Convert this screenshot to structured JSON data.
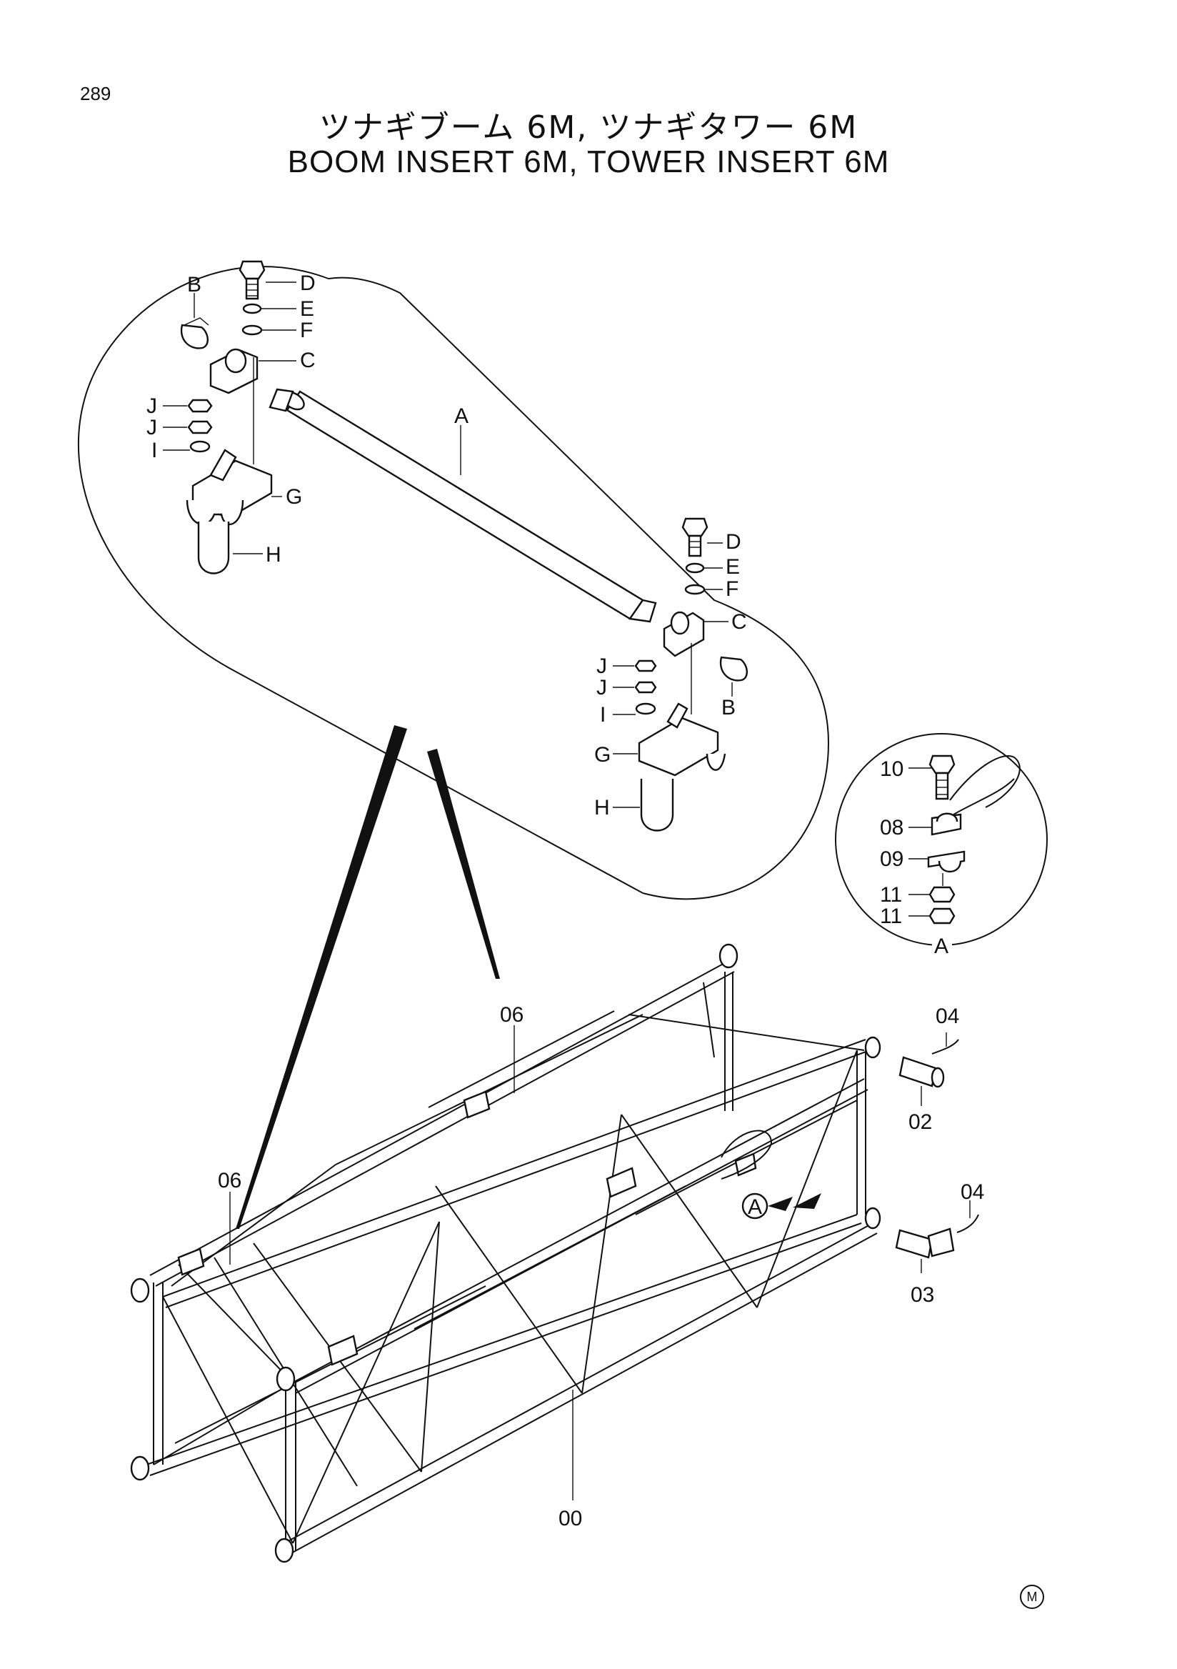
{
  "page_number": "289",
  "title_jp": "ツナギブーム 6M, ツナギタワー 6M",
  "title_en": "BOOM INSERT 6M, TOWER INSERT 6M",
  "manufacturer_mark": "M",
  "callouts": {
    "A": "A",
    "B": "B",
    "C": "C",
    "D": "D",
    "E": "E",
    "F": "F",
    "G": "G",
    "H": "H",
    "I": "I",
    "J": "J",
    "p00": "00",
    "p02": "02",
    "p03": "03",
    "p04": "04",
    "p06": "06",
    "p08": "08",
    "p09": "09",
    "p10": "10",
    "p11": "11"
  }
}
